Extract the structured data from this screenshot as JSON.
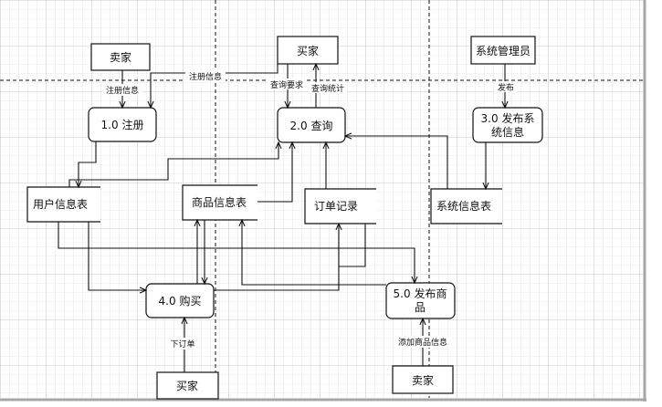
{
  "external_entities": {
    "seller_top": "卖家",
    "buyer_top": "买家",
    "admin": "系统管理员",
    "buyer_bottom": "买家",
    "seller_bottom": "卖家"
  },
  "processes": {
    "register": "1.0 注册",
    "query": "2.0 查询",
    "publish_system": [
      "3.0 发布系",
      "统信息"
    ],
    "purchase": "4.0 购买",
    "publish_goods": [
      "5.0 发布商",
      "品"
    ]
  },
  "data_stores": {
    "user_info": "用户信息表",
    "goods_info": "商品信息表",
    "order_record": "订单记录",
    "system_info": "系统信息表"
  },
  "flows": {
    "register_info_seller": "注册信息",
    "register_info_buyer": "注册信息",
    "query_request": "查询要求",
    "query_statistics": "查询统计",
    "publish": "发布",
    "place_order": "下订单",
    "add_goods_info": "添加商品信息"
  },
  "colors": {
    "line": "#111111",
    "grid_minor": "#d6d6d6",
    "grid_major": "#bdbdbd",
    "background": "#ffffff",
    "page_shadow": "#a7a7a7"
  }
}
